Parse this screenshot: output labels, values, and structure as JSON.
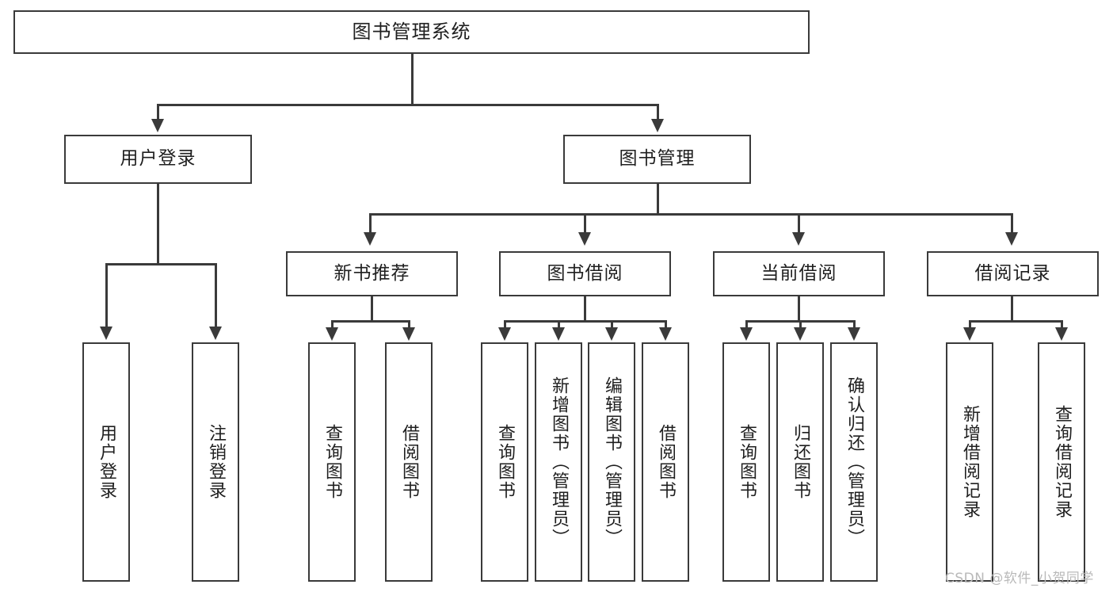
{
  "diagram": {
    "type": "tree-hierarchy-chart",
    "title": "图书管理系统",
    "root": {
      "label": "图书管理系统"
    },
    "level2": [
      {
        "id": "user-login",
        "label": "用户登录"
      },
      {
        "id": "book-management",
        "label": "图书管理"
      }
    ],
    "level3": [
      {
        "id": "new-book-recommend",
        "label": "新书推荐",
        "parent": "book-management"
      },
      {
        "id": "book-borrow",
        "label": "图书借阅",
        "parent": "book-management"
      },
      {
        "id": "current-borrow",
        "label": "当前借阅",
        "parent": "book-management"
      },
      {
        "id": "borrow-record",
        "label": "借阅记录",
        "parent": "book-management"
      }
    ],
    "leaves": {
      "user_login": [
        {
          "id": "leaf-user-login",
          "label": "用户登录"
        },
        {
          "id": "leaf-logout",
          "label": "注销登录"
        }
      ],
      "new_book_recommend": [
        {
          "id": "leaf-query-book-1",
          "label": "查询图书"
        },
        {
          "id": "leaf-borrow-book-1",
          "label": "借阅图书"
        }
      ],
      "book_borrow": [
        {
          "id": "leaf-query-book-2",
          "label": "查询图书"
        },
        {
          "id": "leaf-add-book",
          "label": "新增图书（管理员）"
        },
        {
          "id": "leaf-edit-book",
          "label": "编辑图书（管理员）"
        },
        {
          "id": "leaf-borrow-book-2",
          "label": "借阅图书"
        }
      ],
      "current_borrow": [
        {
          "id": "leaf-query-book-3",
          "label": "查询图书"
        },
        {
          "id": "leaf-return-book",
          "label": "归还图书"
        },
        {
          "id": "leaf-confirm-return",
          "label": "确认归还（管理员）"
        }
      ],
      "borrow_record": [
        {
          "id": "leaf-add-record",
          "label": "新增借阅记录"
        },
        {
          "id": "leaf-query-record",
          "label": "查询借阅记录"
        }
      ]
    }
  },
  "watermark": {
    "text": "CSDN @软件_小贺同学"
  },
  "colors": {
    "stroke": "#3a3a3a",
    "text": "#1f1f1f",
    "background": "#ffffff",
    "watermark": "#b9b9b9"
  }
}
